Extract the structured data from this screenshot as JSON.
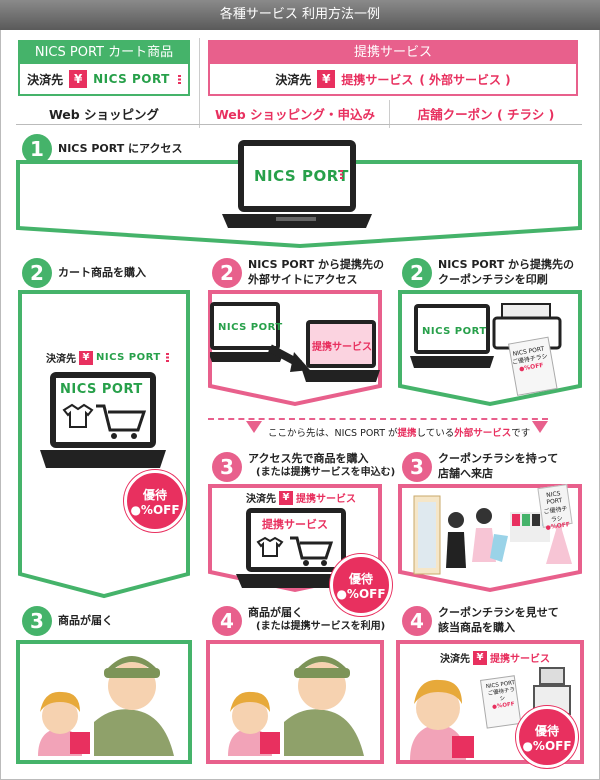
{
  "title": "各種サービス 利用方法一例",
  "header": {
    "green_title": "NICS PORT カート商品",
    "pink_title": "提携サービス",
    "payment_label": "決済先",
    "yen_symbol": "¥",
    "logo_text": "NICS PORT",
    "partner_service": "提携サービス",
    "partner_detail": "( 外部サービス )"
  },
  "columns": [
    "Web ショッピング",
    "Web ショッピング・申込み",
    "店舗クーポン ( チラシ )"
  ],
  "steps": {
    "s1_access": "NICS PORT にアクセス",
    "s2_cart": "カート商品を購入",
    "s2_web_line1": "NICS PORT から提携先の",
    "s2_web_line2": "外部サイトにアクセス",
    "s2_coupon_line1": "NICS PORT から提携先の",
    "s2_coupon_line2": "クーポンチラシを印刷",
    "notice_prefix": "ここから先は、NICS PORT が",
    "notice_partner": "提携",
    "notice_mid": "している",
    "notice_external": "外部サービス",
    "notice_suffix": "です",
    "s3_web_line1": "アクセス先で商品を購入",
    "s3_web_line2": "(または提携サービスを申込む)",
    "s3_coupon_line1": "クーポンチラシを持って",
    "s3_coupon_line2": "店舗へ来店",
    "s3_deliver": "商品が届く",
    "s4_web_line1": "商品が届く",
    "s4_web_line2": "(または提携サービスを利用)",
    "s4_coupon_line1": "クーポンチラシを見せて",
    "s4_coupon_line2": "該当商品を購入"
  },
  "badge": {
    "line1": "優待",
    "line2": "●%OFF"
  },
  "coupon_sign": {
    "line1": "NICS PORT",
    "line2": "ご優待チラシ",
    "line3": "●%OFF"
  },
  "numbers": [
    "1",
    "2",
    "3",
    "4"
  ],
  "colors": {
    "green": "#45b36a",
    "pink": "#e8608c",
    "red": "#e8305f"
  }
}
